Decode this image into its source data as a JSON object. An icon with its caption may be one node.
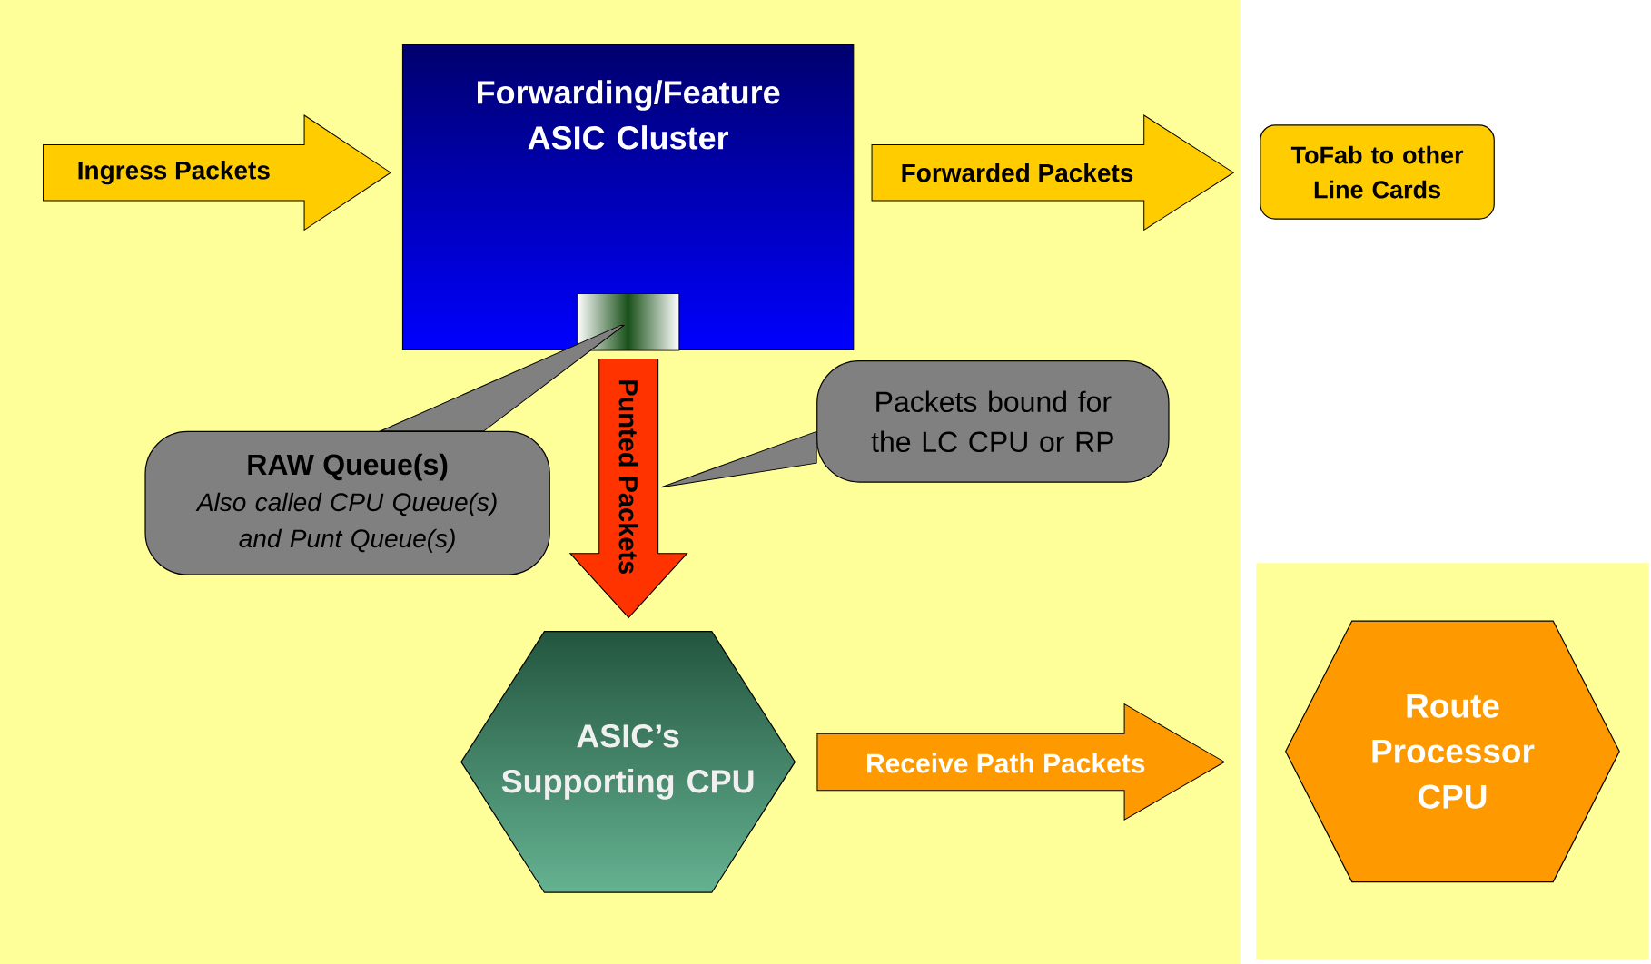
{
  "diagram": {
    "nodes": [
      {
        "text": [
          "Forwarding/Feature ASIC Cluster"
        ]
      },
      {
        "text": [],
        "shape": "box",
        "in": 0
      },
      {
        "text": [
          "ToFab to other Line Cards"
        ]
      },
      {
        "text": [
          "RAW Queue(s)",
          "Also called CPU Queue(s) and Punt Queue(s)"
        ]
      },
      {
        "text": [
          "Packets bound for the LC CPU or RP"
        ]
      },
      {
        "text": [
          "ASIC’s Supporting CPU"
        ]
      },
      {
        "text": [
          "Route Processor CPU"
        ]
      }
    ],
    "edges": [
      {
        "from": null,
        "to": 0,
        "arrow": "to",
        "label": "Ingress Packets",
        "color": "#ffcc00"
      },
      {
        "from": 0,
        "to": 2,
        "arrow": "to",
        "label": "Forwarded Packets",
        "color": "#ffcc00"
      },
      {
        "from": 0,
        "to": 5,
        "arrow": "to",
        "label": "Punted Packets",
        "color": "#ff3300"
      },
      {
        "from": 5,
        "to": 6,
        "arrow": "to",
        "label": "Receive Path Packets",
        "color": "#ff9900"
      },
      {
        "from": 3,
        "to": 1,
        "arrow": "none",
        "color": "#808080"
      },
      {
        "from": 4,
        "to": null,
        "arrow": "to",
        "color": "#808080"
      }
    ]
  }
}
